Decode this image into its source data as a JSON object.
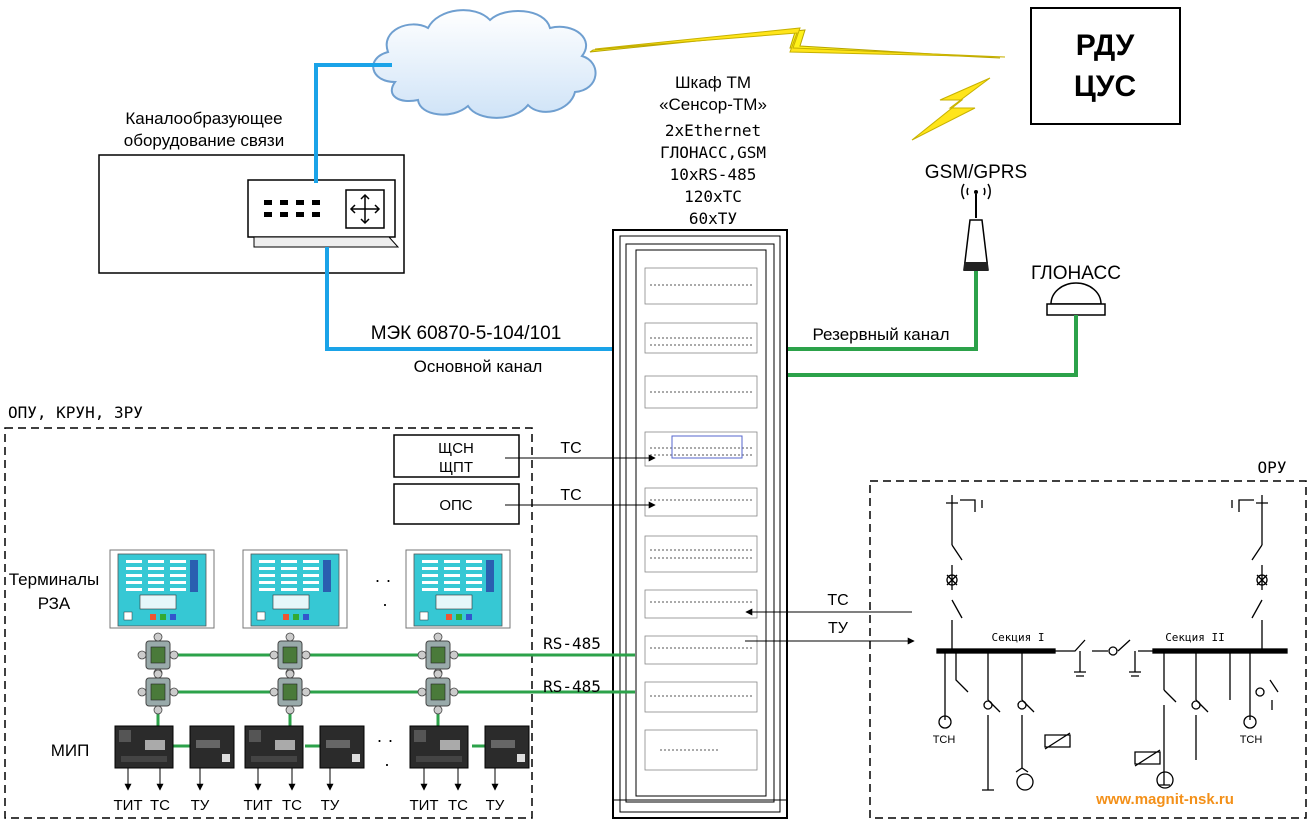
{
  "rdu": {
    "line1": "РДУ",
    "line2": "ЦУС"
  },
  "cabinet": {
    "title1": "Шкаф ТМ",
    "title2": "«Сенсор-ТМ»",
    "spec1": "2xEthernet",
    "spec2": "ГЛОНАСС,GSM",
    "spec3": "10xRS-485",
    "spec4": "120xТС",
    "spec5": "60xТУ"
  },
  "comm_equipment": {
    "line1": "Каналообразующее",
    "line2": "оборудование связи"
  },
  "gsm_label": "GSM/GPRS",
  "glonass_label": "ГЛОНАСС",
  "protocol_label": "МЭК 60870-5-104/101",
  "main_channel_label": "Основной канал",
  "reserve_channel_label": "Резервный канал",
  "opu": {
    "title": "ОПУ, КРУН, ЗРУ",
    "shsn_line1": "ЩСН",
    "shsn_line2": "ЩПТ",
    "ops": "ОПС",
    "ts1": "ТС",
    "ts2": "ТС",
    "terminals_line1": "Терминалы",
    "terminals_line2": "РЗА",
    "dots": "· ·",
    "rs485_1": "RS-485",
    "rs485_2": "RS-485",
    "mip": "МИП",
    "tit": "ТИТ",
    "ts": "ТС",
    "tu": "ТУ"
  },
  "oru": {
    "title": "ОРУ",
    "ts": "ТС",
    "tu": "ТУ",
    "section1": "Секция I",
    "section2": "Секция II",
    "tsn_left": "ТСН",
    "tsn_right": "ТСН"
  },
  "website": "www.magnit-nsk.ru",
  "colors": {
    "blue_line": "#1aa3e8",
    "green_line": "#2ca24a",
    "lightning": "#ffe51a",
    "terminal_screen": "#36c8d4",
    "website": "#f39019"
  }
}
